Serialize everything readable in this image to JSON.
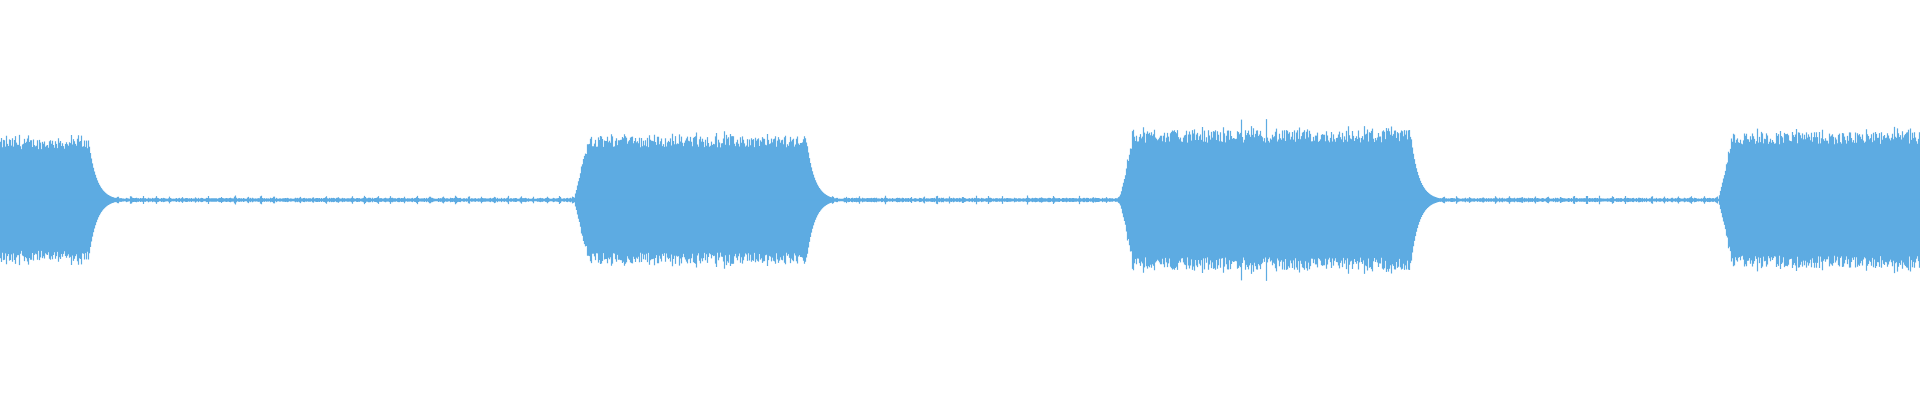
{
  "waveform": {
    "color": "#5DABE2",
    "background": "#FFFFFF",
    "segments": [
      {
        "type": "burst",
        "start": 0.0,
        "end": 0.046,
        "level": 0.62
      },
      {
        "type": "quiet",
        "start": 0.046,
        "end": 0.302,
        "level": 0.02
      },
      {
        "type": "burst",
        "start": 0.302,
        "end": 0.42,
        "level": 0.64
      },
      {
        "type": "quiet",
        "start": 0.42,
        "end": 0.586,
        "level": 0.02
      },
      {
        "type": "burst",
        "start": 0.586,
        "end": 0.735,
        "level": 0.7
      },
      {
        "type": "quiet",
        "start": 0.735,
        "end": 0.898,
        "level": 0.02
      },
      {
        "type": "burst",
        "start": 0.898,
        "end": 1.0,
        "level": 0.68
      }
    ]
  }
}
